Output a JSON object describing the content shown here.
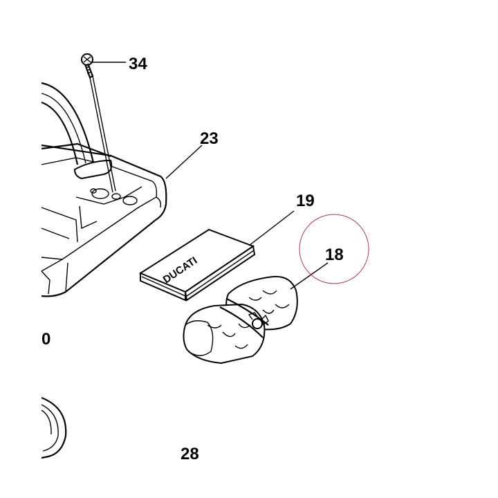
{
  "callouts": {
    "screw": "34",
    "tray": "23",
    "manual": "19",
    "tool_roll": "18",
    "left_edge": "0",
    "bottom": "28"
  },
  "manual_cover_text": "DUCATI",
  "highlight": {
    "target": "18",
    "color": "#c0334a"
  }
}
